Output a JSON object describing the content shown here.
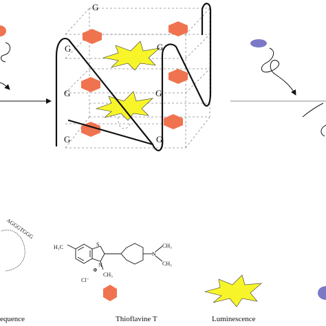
{
  "diagram": {
    "g_label": "G",
    "captions": {
      "sequence": "equence",
      "thioflavin": "Thioflavine T",
      "luminescence": "Luminescence"
    },
    "molecule": {
      "h3c": "H₃C",
      "s_atom": "S",
      "n_plus": "N",
      "plus_sign": "⊕",
      "ch3_lower": "CH₃",
      "cl": "Cl⁻",
      "n_amine": "N",
      "ch3_a": "CH₃",
      "ch3_b": "CH₃"
    },
    "strand_letters": "AGGGTGGG",
    "colors": {
      "hexagon_fill": "#f0734f",
      "star_fill": "#f7f52a",
      "oval_fill": "#7b79c7",
      "line": "#111111",
      "dashed": "#888888"
    }
  }
}
